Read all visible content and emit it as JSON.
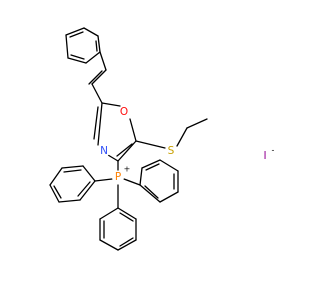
{
  "molecule": {
    "atoms": {
      "oxygen": {
        "label": "O",
        "color": "#ff0d0d"
      },
      "nitrogen": {
        "label": "N",
        "color": "#3050f8"
      },
      "sulfur": {
        "label": "S",
        "color": "#c8a000"
      },
      "phosphorus": {
        "label": "P",
        "color": "#ff8000",
        "charge": "+"
      }
    },
    "counter_ion": {
      "label": "I",
      "charge": "-",
      "color": "#940094"
    }
  }
}
